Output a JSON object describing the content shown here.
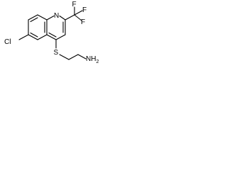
{
  "molecule": {
    "atoms": {
      "F1": "F",
      "F2": "F",
      "F3": "F",
      "N_ring": "N",
      "Cl": "Cl",
      "S": "S",
      "NH2_main": "NH",
      "NH2_sub": "2"
    }
  },
  "colors": {
    "bond": "#000000",
    "label": "#000000",
    "background": "#ffffff"
  }
}
